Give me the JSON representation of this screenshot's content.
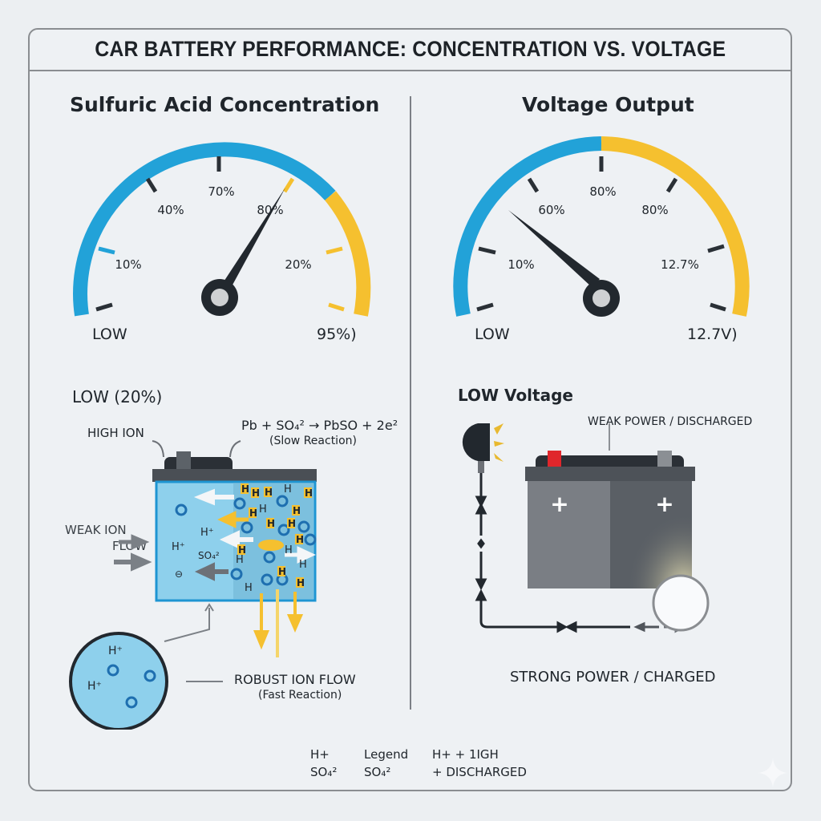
{
  "header": {
    "title": "CAR BATTERY PERFORMANCE: CONCENTRATION VS. VOLTAGE"
  },
  "colors": {
    "blue": "#22a2d8",
    "yellow": "#f5c02f",
    "dark": "#22282e",
    "battery_gray": "#6d7177",
    "battery_red": "#e0262b",
    "liquid": "#8ed0ec"
  },
  "left_panel": {
    "heading": "Sulfuric Acid Concentration",
    "gauge": {
      "tick_labels": [
        "10%",
        "40%",
        "70%",
        "80%",
        "20%"
      ],
      "min_label": "LOW",
      "max_label": "95%)",
      "needle_angle_deg": 58,
      "blue_range_deg": [
        0,
        140
      ],
      "yellow_range_deg": [
        140,
        180
      ]
    },
    "section_label": "LOW (20%)",
    "callout_left": "HIGH ION",
    "equation": "Pb + SO₄² → PbSO + 2e²",
    "equation_note": "(Slow Reaction)",
    "weak_ion_label_1": "WEAK ION",
    "weak_ion_label_2": "FLOW",
    "ions": {
      "h_plus": "H⁺",
      "so4": "SO₄²",
      "h": "H",
      "e": "⊖"
    },
    "robust_label": "ROBUST ION FLOW",
    "robust_note": "(Fast Reaction)"
  },
  "right_panel": {
    "heading": "Voltage Output",
    "gauge": {
      "tick_labels": [
        "10%",
        "60%",
        "80%",
        "80%",
        "12.7%"
      ],
      "min_label": "LOW",
      "max_label": "12.7V)",
      "needle_angle_deg": 40,
      "blue_range_deg": [
        0,
        90
      ],
      "yellow_range_deg": [
        90,
        180
      ]
    },
    "section_label": "LOW Voltage",
    "weak_label": "WEAK POWER / DISCHARGED",
    "strong_label": "STRONG POWER / CHARGED",
    "terminal_symbol": "+"
  },
  "legend": {
    "col1": [
      "H+",
      "SO₄²"
    ],
    "col2": [
      "Legend",
      "SO₄²"
    ],
    "col3": [
      "H+ + 1IGH",
      "+ DISCHARGED"
    ]
  }
}
